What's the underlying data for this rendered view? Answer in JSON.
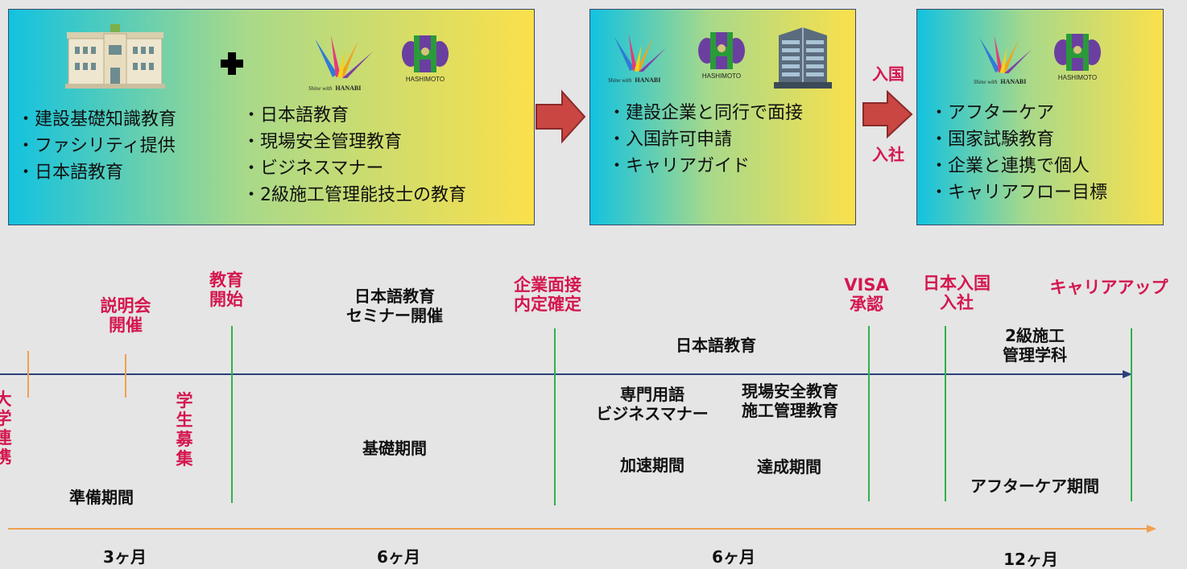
{
  "box1": {
    "left_items": [
      "建設基礎知識教育",
      "ファシリティ提供",
      "日本語教育"
    ],
    "right_items": [
      "日本語教育",
      "現場安全管理教育",
      "ビジネスマナー",
      "2級施工管理能技士の教育"
    ]
  },
  "box2": {
    "items": [
      "建設企業と同行で面接",
      "入国許可申請",
      "キャリアガイド"
    ]
  },
  "box3": {
    "items": [
      "アフターケア",
      "国家試験教育",
      "企業と連携で個人",
      "キャリアフロー目標"
    ]
  },
  "logos": {
    "hanabi_line1": "Shine with",
    "hanabi_line2": "HANABI",
    "hashimoto": "HASHIMOTO"
  },
  "arrow_labels": {
    "top": "入国",
    "bottom": "入社"
  },
  "milestones": {
    "univ": "大\n学\n連\n携",
    "briefing": "説明会\n開催",
    "recruit": "学\n生\n募\n集",
    "edu_start": "教育\n開始",
    "seminar": "日本語教育\nセミナー開催",
    "interview": "企業面接\n内定確定",
    "visa": "VISA\n承認",
    "entry": "日本入国\n入社",
    "career": "キャリアアップ"
  },
  "phases": {
    "prep": "準備期間",
    "basic": "基礎期間",
    "jp_edu": "日本語教育",
    "terms": "専門用語\nビジネスマナー",
    "safety": "現場安全教育\n施工管理教育",
    "accel": "加速期間",
    "achieve": "達成期間",
    "grade2": "2級施工\n管理学科",
    "aftercare": "アフターケア期間"
  },
  "durations": [
    "3ヶ月",
    "6ヶ月",
    "6ヶ月",
    "12ヶ月"
  ],
  "colors": {
    "accent_red": "#d4174f",
    "arrow_red": "#c94642",
    "timeline_blue": "#2b3f7a",
    "period_orange": "#f0a050",
    "marker_green": "#2fb24c"
  }
}
